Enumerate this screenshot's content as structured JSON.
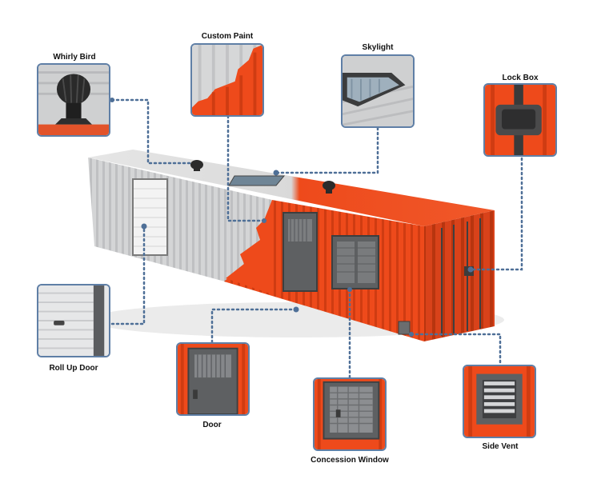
{
  "callouts": [
    {
      "id": "whirly-bird",
      "label": "Whirly Bird"
    },
    {
      "id": "custom-paint",
      "label": "Custom Paint"
    },
    {
      "id": "skylight",
      "label": "Skylight"
    },
    {
      "id": "lock-box",
      "label": "Lock Box"
    },
    {
      "id": "roll-up-door",
      "label": "Roll Up Door"
    },
    {
      "id": "door",
      "label": "Door"
    },
    {
      "id": "concession-window",
      "label": "Concession Window"
    },
    {
      "id": "side-vent",
      "label": "Side Vent"
    }
  ],
  "colors": {
    "container_orange": "#ee4a1b",
    "container_orange_dark": "#c93a10",
    "container_gray": "#cfd0d1",
    "steel_dark": "#5a5c5e",
    "callout_border": "#5f7fa6",
    "connector": "#4e6f97"
  }
}
